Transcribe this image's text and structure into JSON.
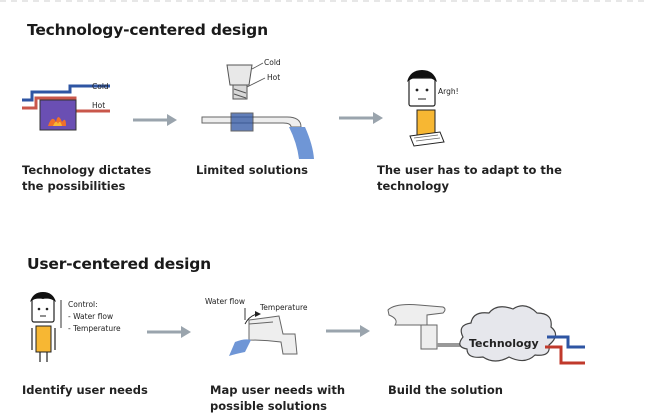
{
  "sections": {
    "tech": {
      "heading": "Technology-centered design",
      "steps": [
        {
          "caption": "Technology dictates\nthe possibilities",
          "labels": {
            "cold": "Cold",
            "hot": "Hot"
          }
        },
        {
          "caption": "Limited solutions",
          "labels": {
            "cold": "Cold",
            "hot": "Hot"
          }
        },
        {
          "caption": "The user has to adapt to the\ntechnology",
          "labels": {
            "speech": "Argh!"
          }
        }
      ]
    },
    "user": {
      "heading": "User-centered design",
      "steps": [
        {
          "caption": "Identify user needs",
          "labels": {
            "control": "Control:",
            "item1": "- Water flow",
            "item2": "- Temperature"
          }
        },
        {
          "caption": "Map user needs with\npossible solutions",
          "labels": {
            "flow": "Water flow",
            "temp": "Temperature"
          }
        },
        {
          "caption": "Build the solution",
          "labels": {
            "cloud": "Technology"
          }
        }
      ]
    }
  },
  "colors": {
    "cold": "#2e55a3",
    "hot": "#c0392b",
    "water": "#6f96d6",
    "faucet": "#e8e8e8",
    "yellow": "#f7b733",
    "arrow": "#9aa4ad"
  }
}
